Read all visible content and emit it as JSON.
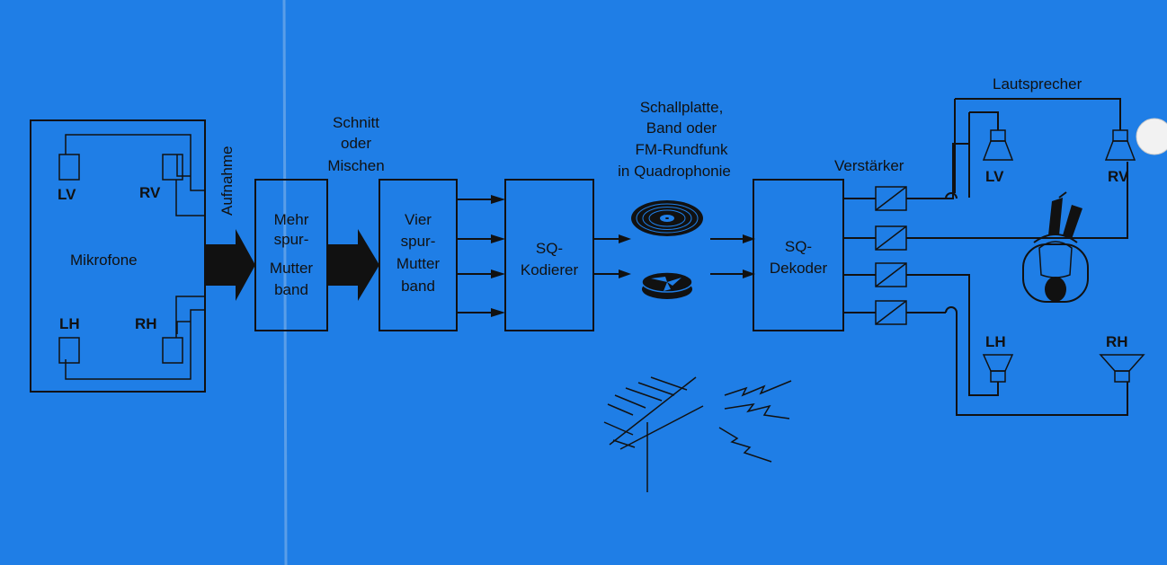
{
  "colors": {
    "background": "#1f7ee6",
    "ink": "#111111",
    "fold": "#5a9ee8"
  },
  "labels": {
    "aufnahme": "Aufnahme",
    "mikrofone": "Mikrofone",
    "schnitt": [
      "Schnitt",
      "oder",
      "Mischen"
    ],
    "media": [
      "Schallplatte,",
      "Band oder",
      "FM-Rundfunk",
      "in Quadrophonie"
    ],
    "verstaerker": "Verstärker",
    "lautsprecher": "Lautsprecher"
  },
  "microphones": [
    "LV",
    "RV",
    "LH",
    "RH"
  ],
  "speakers": [
    "LV",
    "RV",
    "LH",
    "RH"
  ],
  "blocks": {
    "mehrspur": [
      "Mehr",
      "spur-",
      "Mutter",
      "band"
    ],
    "vierspur": [
      "Vier",
      "spur-",
      "Mutter",
      "band"
    ],
    "kodierer": [
      "SQ-",
      "Kodierer"
    ],
    "dekoder": [
      "SQ-",
      "Dekoder"
    ]
  },
  "icons": [
    "record-icon",
    "tape-reel-icon",
    "antenna-icon",
    "radio-wave-icon",
    "loudspeaker-icon",
    "listener-icon",
    "microphone-icon",
    "amplifier-icon"
  ]
}
